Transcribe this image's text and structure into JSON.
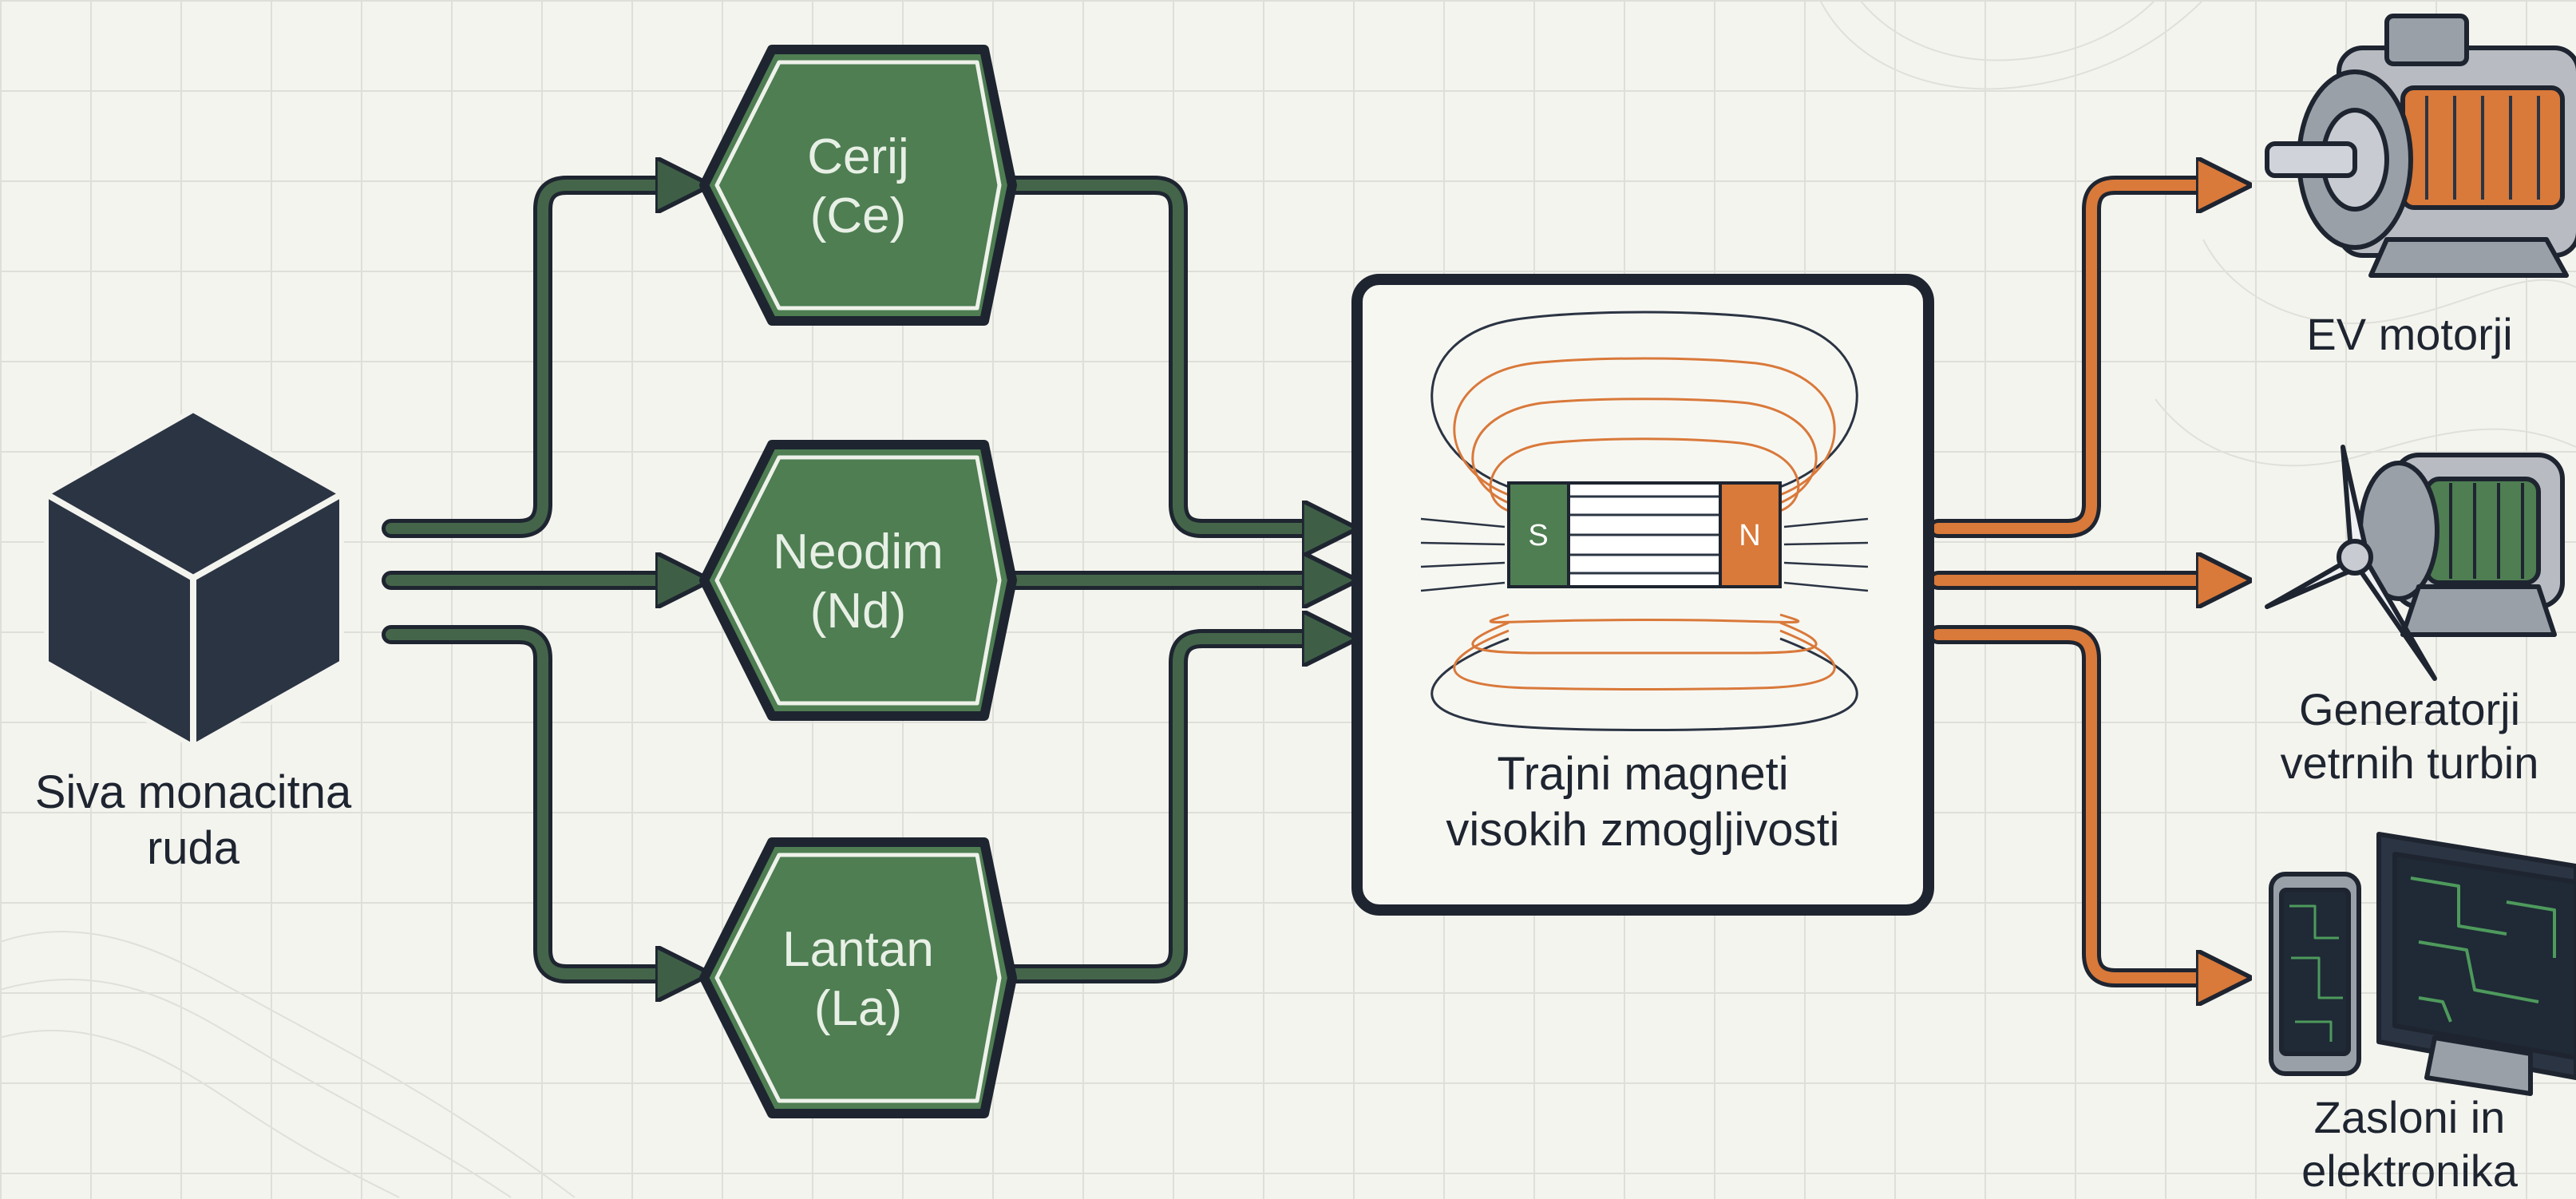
{
  "source": {
    "line1": "Siva monacitna",
    "line2": "ruda",
    "icon": "cube-icon"
  },
  "elements": [
    {
      "name": "Cerij",
      "symbol": "(Ce)"
    },
    {
      "name": "Neodim",
      "symbol": "(Nd)"
    },
    {
      "name": "Lantan",
      "symbol": "(La)"
    }
  ],
  "magnet": {
    "line1": "Trajni magneti",
    "line2": "visokih zmogljivosti",
    "south_pole": "S",
    "north_pole": "N",
    "icon": "bar-magnet-field-icon"
  },
  "applications": [
    {
      "line1": "EV motorji",
      "line2": "",
      "icon": "electric-motor-icon"
    },
    {
      "line1": "Generatorji",
      "line2": "vetrnih turbin",
      "icon": "wind-turbine-generator-icon"
    },
    {
      "line1": "Zasloni in",
      "line2": "elektronika",
      "icon": "phone-monitor-icon"
    }
  ],
  "colors": {
    "background": "#f4f4ef",
    "element_green": "#4e7e52",
    "dark_navy": "#2b3443",
    "arrow_green": "#44654a",
    "arrow_orange": "#d9793a",
    "magnet_south": "#4e7e52",
    "magnet_north": "#d9793a"
  }
}
